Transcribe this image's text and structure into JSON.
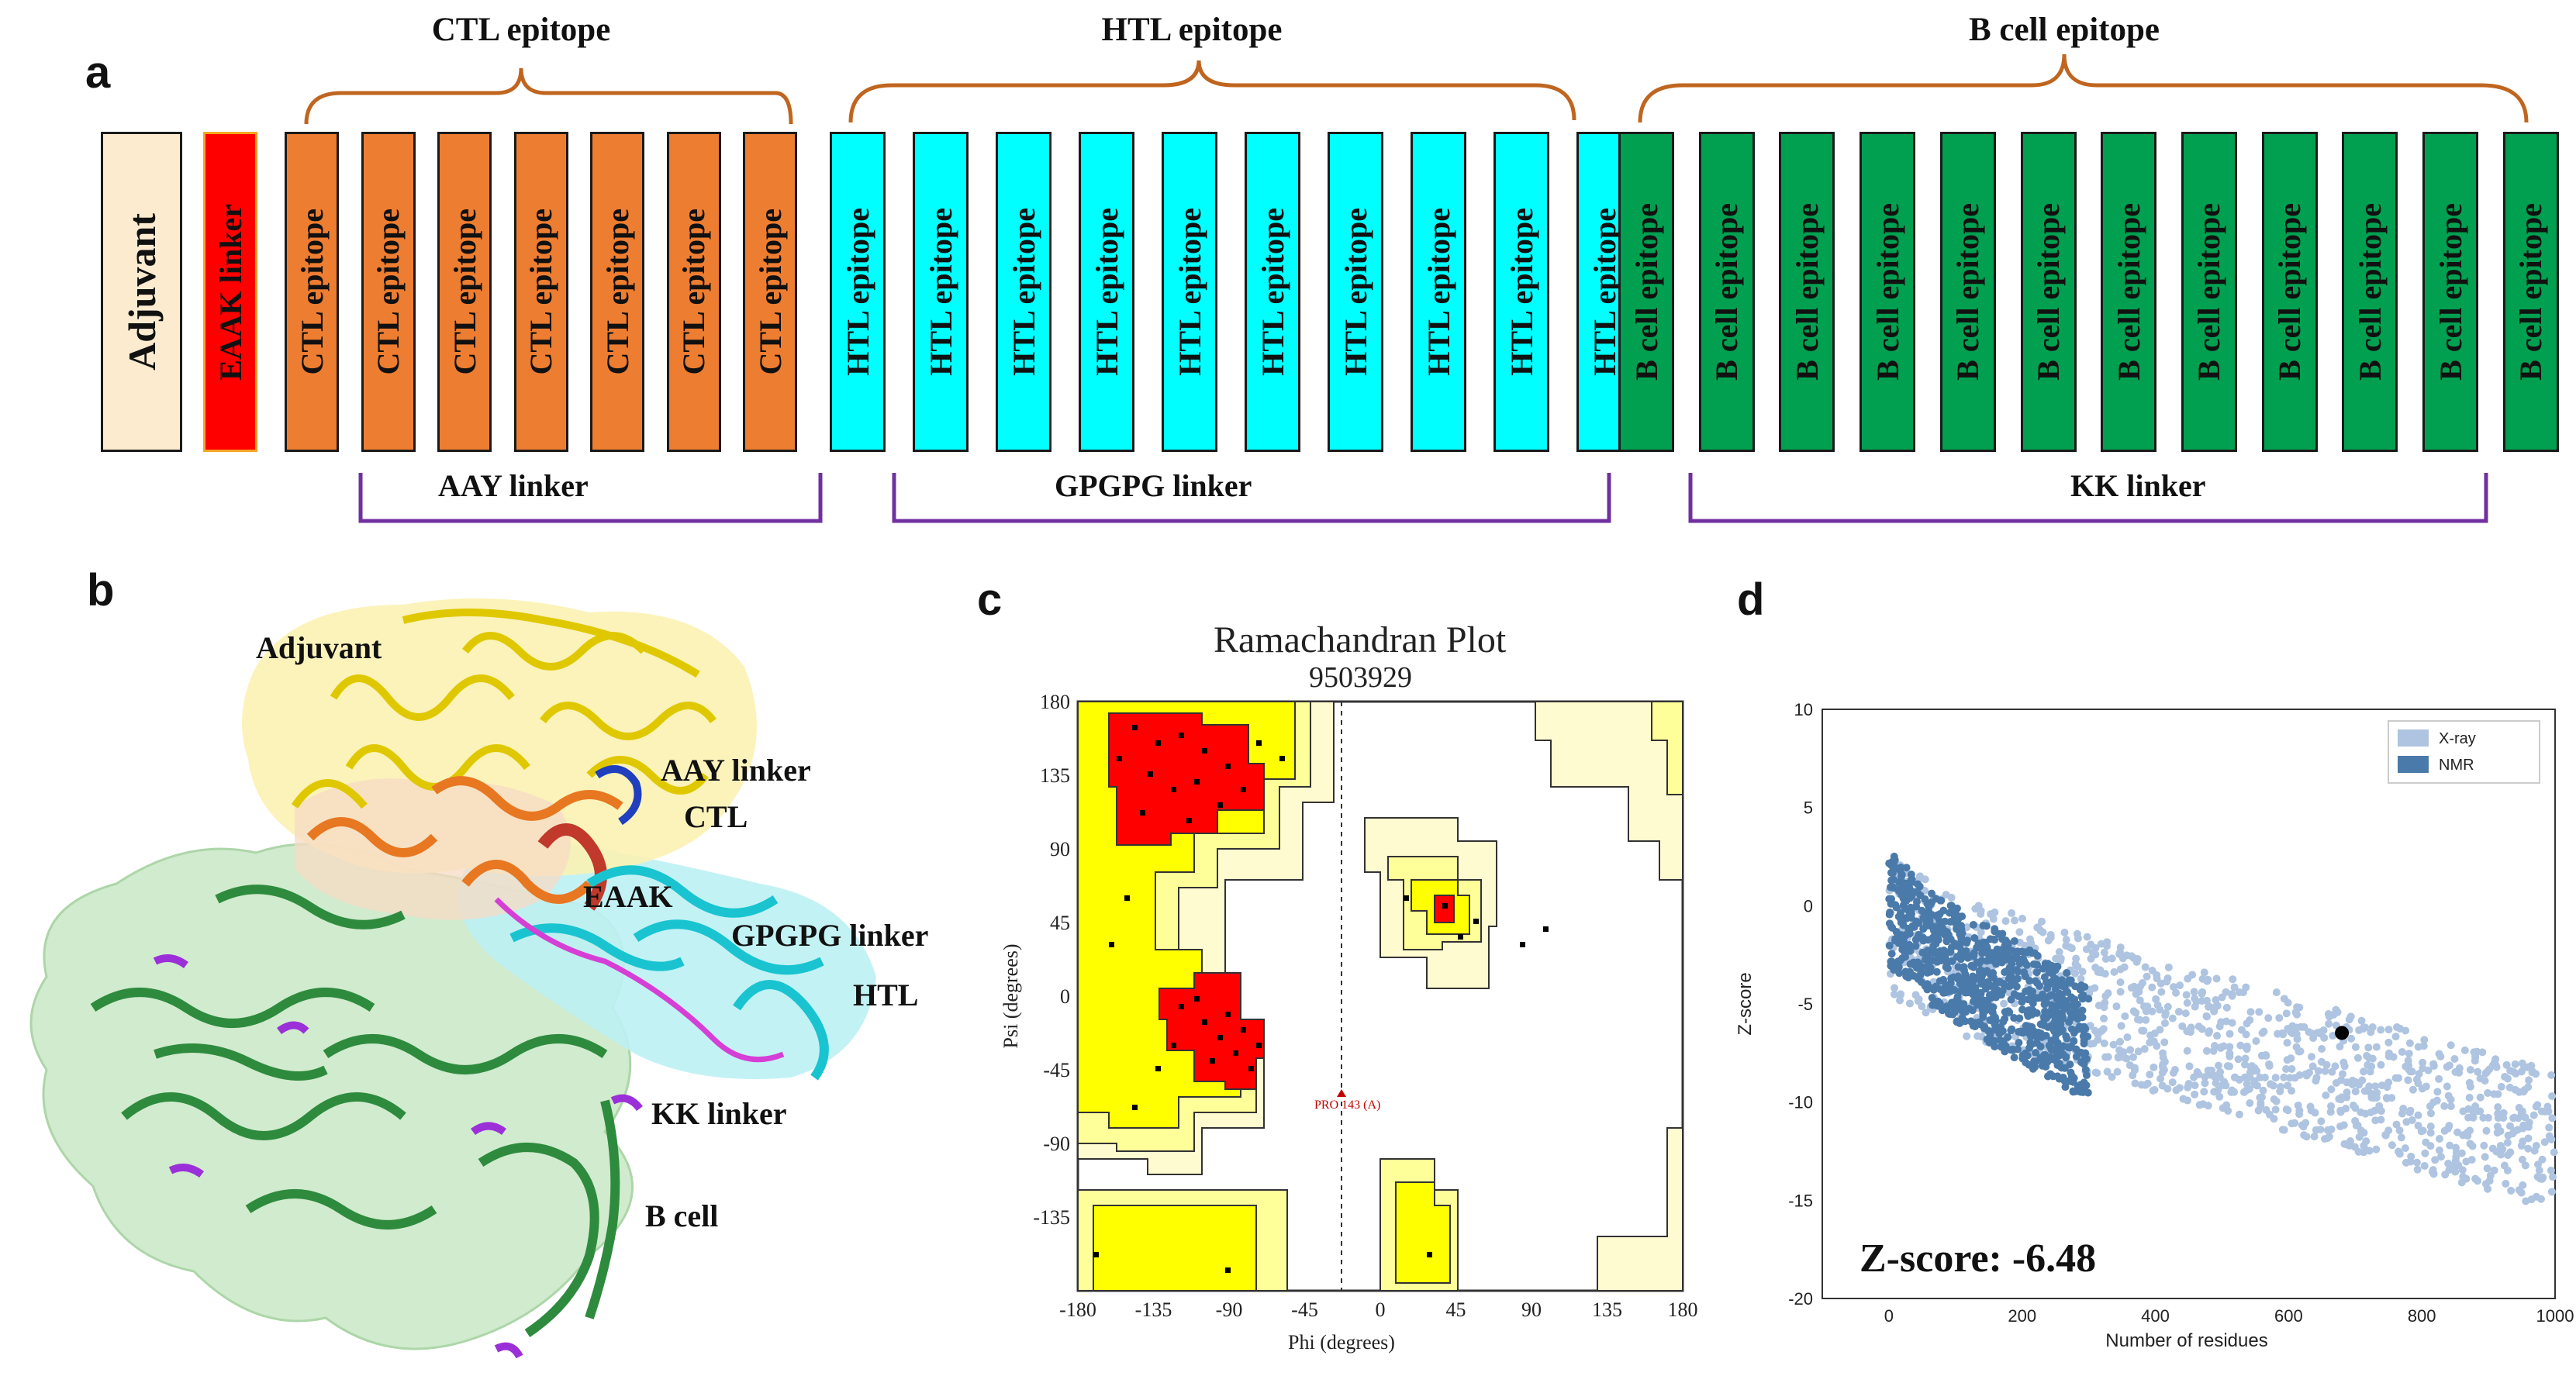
{
  "panel_a": {
    "letter": "a",
    "groups": {
      "ctl": "CTL epitope",
      "htl": "HTL epitope",
      "bcell": "B cell epitope"
    },
    "linkers": {
      "aay": "AAY linker",
      "gpgpg": "GPGPG linker",
      "kk": "KK linker"
    },
    "adjuvant": "Adjuvant",
    "eaak": "EAAK linker",
    "ctl_box": "CTL epitope",
    "htl_box": "HTL epitope",
    "bcell_box": "B cell epitope",
    "counts": {
      "ctl": 7,
      "htl": 10,
      "bcell": 12
    },
    "colors": {
      "adjuvant": "#fdebd0",
      "eaak": "#ff0000",
      "eaak_border": "#f5a623",
      "ctl": "#ed7d31",
      "htl": "#00ffff",
      "bcell": "#00a050",
      "brace": "#c0651f",
      "linker_bracket": "#7030a0"
    }
  },
  "panel_b": {
    "letter": "b",
    "labels": {
      "adjuvant": "Adjuvant",
      "aay": "AAY linker",
      "ctl": "CTL",
      "eaak": "EAAK",
      "gpgpg": "GPGPG linker",
      "htl": "HTL",
      "kk": "KK linker",
      "bcell": "B cell"
    },
    "colors": {
      "adjuvant": "#f2e600",
      "ctl": "#e87722",
      "eaak": "#c0392b",
      "htl": "#19c4d0",
      "bcell": "#2e8b3e",
      "linker": "#9b30d9",
      "aay": "#1f3fbf",
      "gpgpg": "#d63fd6",
      "surface_green": "#c9e8c6"
    }
  },
  "panel_c": {
    "letter": "c",
    "title": "Ramachandran Plot",
    "subtitle": "9503929",
    "xlabel": "Phi (degrees)",
    "ylabel": "Psi (degrees)",
    "xticks": [
      "-180",
      "-135",
      "-90",
      "-45",
      "0",
      "45",
      "90",
      "135",
      "180"
    ],
    "yticks": [
      "180",
      "135",
      "90",
      "45",
      "0",
      "-45",
      "-90",
      "-135"
    ],
    "marker_label": "PRO 143 (A)",
    "colors": {
      "core": "#ff0000",
      "allowed": "#ffff00",
      "generous": "#ffff99",
      "outer": "#fffbd0"
    }
  },
  "panel_d": {
    "letter": "d",
    "zscore_text": "Z-score: -6.48",
    "xlabel": "Number of residues",
    "ylabel": "Z-score",
    "xticks": [
      "0",
      "200",
      "400",
      "600",
      "800",
      "1000"
    ],
    "yticks": [
      "10",
      "5",
      "0",
      "-5",
      "-10",
      "-15",
      "-20"
    ],
    "legend": [
      "X-ray",
      "NMR"
    ],
    "colors": {
      "xray": "#aec4e0",
      "nmr": "#4a7aaa",
      "point": "#000000"
    }
  },
  "chart_data": {
    "type": "scatter",
    "xlabel": "Number of residues",
    "ylabel": "Z-score",
    "xlim": [
      -100,
      1000
    ],
    "ylim": [
      -20,
      10
    ],
    "series": [
      {
        "name": "X-ray",
        "x": [
          0,
          100,
          200,
          300,
          400,
          500,
          600,
          700,
          800,
          900,
          1000
        ],
        "y": [
          -1,
          -3,
          -4,
          -5,
          -6,
          -7,
          -8,
          -9,
          -10,
          -11,
          -12
        ]
      },
      {
        "name": "NMR",
        "x": [
          0,
          50,
          100,
          150,
          200,
          250,
          300
        ],
        "y": [
          0,
          -2,
          -3,
          -4,
          -5,
          -6,
          -7
        ]
      }
    ],
    "highlight": {
      "x": 680,
      "y": -6.48
    }
  }
}
